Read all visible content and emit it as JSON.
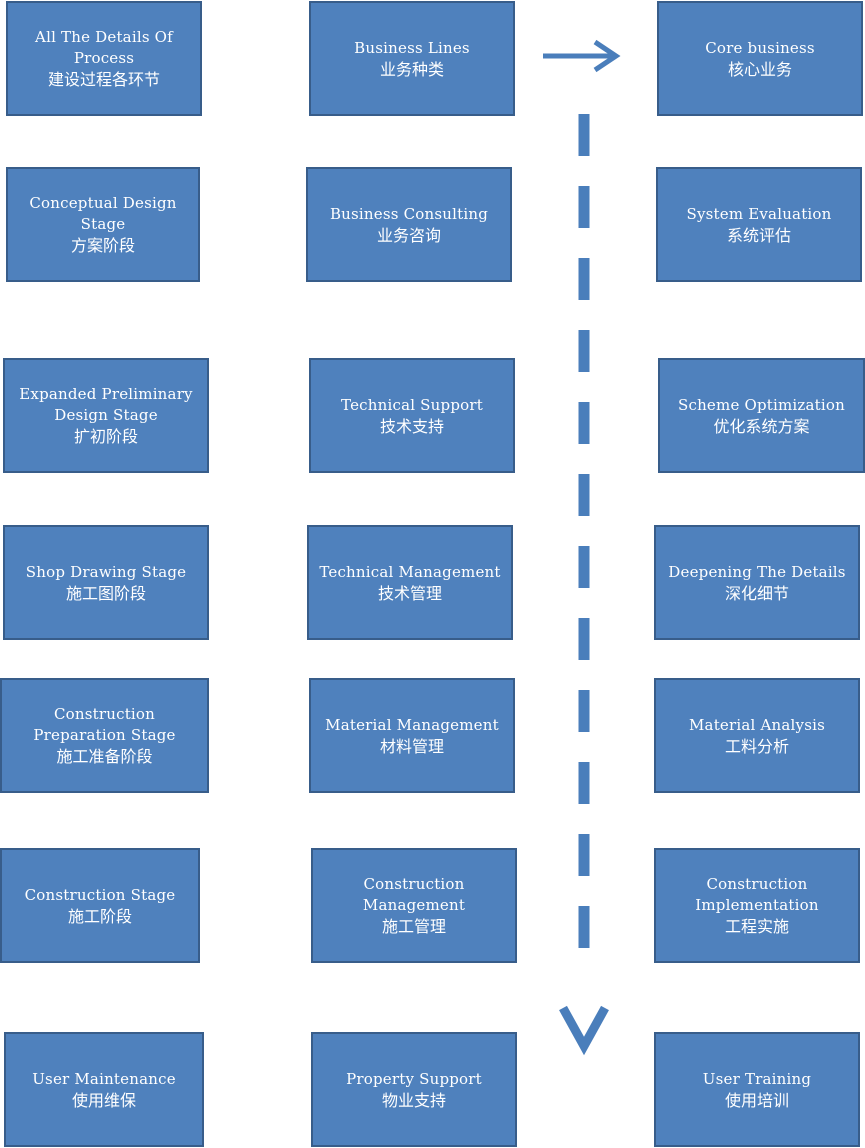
{
  "colors": {
    "box_fill": "#4f81bd",
    "box_border": "#385d8a",
    "arrow": "#4a7ebb",
    "text": "#ffffff"
  },
  "columns": {
    "process": [
      {
        "en": "All The Details Of Process",
        "zh": "建设过程各环节"
      },
      {
        "en": "Conceptual Design Stage",
        "zh": "方案阶段"
      },
      {
        "en": "Expanded Preliminary Design Stage",
        "zh": "扩初阶段"
      },
      {
        "en": "Shop Drawing Stage",
        "zh": "施工图阶段"
      },
      {
        "en": "Construction Preparation Stage",
        "zh": "施工准备阶段"
      },
      {
        "en": "Construction Stage",
        "zh": "施工阶段"
      },
      {
        "en": "User Maintenance",
        "zh": "使用维保"
      }
    ],
    "business": [
      {
        "en": "Business Lines",
        "zh": "业务种类"
      },
      {
        "en": "Business Consulting",
        "zh": "业务咨询"
      },
      {
        "en": "Technical Support",
        "zh": "技术支持"
      },
      {
        "en": "Technical Management",
        "zh": "技术管理"
      },
      {
        "en": "Material Management",
        "zh": "材料管理"
      },
      {
        "en": "Construction Management",
        "zh": "施工管理"
      },
      {
        "en": "Property Support",
        "zh": "物业支持"
      }
    ],
    "core": [
      {
        "en": "Core business",
        "zh": "核心业务"
      },
      {
        "en": "System Evaluation",
        "zh": "系统评估"
      },
      {
        "en": "Scheme Optimization",
        "zh": "优化系统方案"
      },
      {
        "en": "Deepening The Details",
        "zh": "深化细节"
      },
      {
        "en": "Material Analysis",
        "zh": "工料分析"
      },
      {
        "en": "Construction Implementation",
        "zh": "工程实施"
      },
      {
        "en": "User Training",
        "zh": "使用培训"
      }
    ]
  }
}
